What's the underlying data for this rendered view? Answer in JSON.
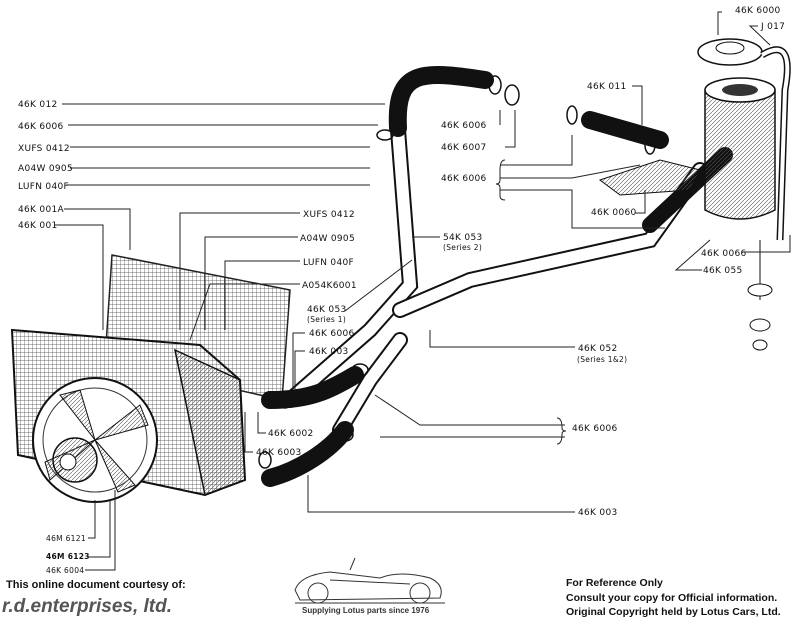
{
  "labels": {
    "l_46K012": "46K 012",
    "l_46K6006_a": "46K 6006",
    "l_XUFS0412_a": "XUFS 0412",
    "l_A04W0905_a": "A04W 0905",
    "l_LUFN040F_a": "LUFN 040F",
    "l_46K001A": "46K 001A",
    "l_46K001": "46K 001",
    "l_XUFS0412_b": "XUFS 0412",
    "l_A04W0905_b": "A04W 0905",
    "l_LUFN040F_b": "LUFN 040F",
    "l_A054K6001": "A054K6001",
    "l_46K053": "46K 053",
    "l_series1": "(Series 1)",
    "l_46K6006_b": "46K 6006",
    "l_46K003_a": "46K 003",
    "l_54K053": "54K 053",
    "l_series2": "(Series 2)",
    "l_46K052": "46K 052",
    "l_series12": "(Series 1&2)",
    "l_46K6006_c": "46K 6006",
    "l_46K6007": "46K 6007",
    "l_46K6006_d": "46K 6006",
    "l_46K011": "46K 011",
    "l_46K0060": "46K 0060",
    "l_46K6000": "46K 6000",
    "l_J017": "J 017",
    "l_46K0066": "46K 0066",
    "l_46K055": "46K 055",
    "l_46K6002": "46K 6002",
    "l_46K6003": "46K 6003",
    "l_46K6006_e": "46K 6006",
    "l_46K003_b": "46K 003",
    "l_46M6121": "46M 6121",
    "l_46M6123": "46M 6123",
    "l_46K6004": "46K 6004"
  },
  "footer": {
    "courtesy": "This online document courtesy of:",
    "company": "r.d.enterprises, ltd.",
    "tagline": "Supplying Lotus parts since 1976",
    "ref_only": "For Reference Only",
    "consult": "Consult your copy for Official information.",
    "copyright": "Original Copyright held by Lotus Cars, Ltd."
  }
}
